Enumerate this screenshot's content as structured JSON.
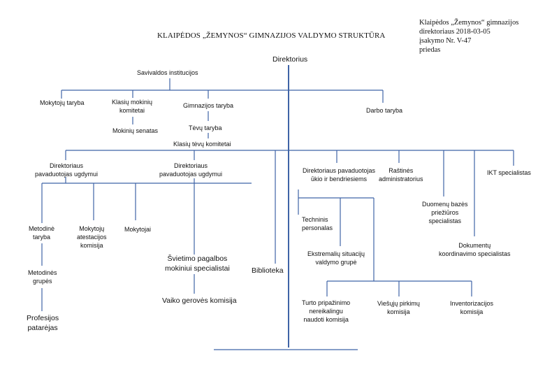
{
  "document": {
    "title": "KLAIPĖDOS „ŽEMYNOS“ GIMNAZIJOS VALDYMO STRUKTŪRA",
    "annex_lines": [
      "Klaipėdos „Žemynos“ gimnazijos",
      "direktoriaus 2018-03-05",
      "įsakymo Nr. V-47",
      "priedas"
    ]
  },
  "chart": {
    "root": "Direktorius",
    "self_government": {
      "label": "Savivaldos institucijos",
      "items": {
        "teachers_council": "Mokytojų taryba",
        "class_students_committees": [
          "Klasių mokinių",
          "komitetai"
        ],
        "student_senate": "Mokinių senatas",
        "gymnasium_council": "Gimnazijos taryba",
        "parents_council": "Tėvų taryba",
        "class_parents_committees": "Klasių tėvų komitetai",
        "work_council": "Darbo taryba"
      }
    },
    "deputy_education_1": {
      "label": [
        "Direktoriaus",
        "pavaduotojas ugdymui"
      ],
      "children": {
        "methodical_council": [
          "Metodinė",
          "taryba"
        ],
        "methodical_groups": [
          "Metodinės",
          "grupės"
        ],
        "profession_advisers": [
          "Profesijos",
          "patarėjas"
        ],
        "attestation_commission": [
          "Mokytojų",
          "atestacijos",
          "komisija"
        ],
        "teachers": "Mokytojai"
      }
    },
    "deputy_education_2": {
      "label": [
        "Direktoriaus",
        "pavaduotojas ugdymui"
      ],
      "children": {
        "education_support": [
          "Švietimo pagalbos",
          "mokiniui specialistai"
        ],
        "child_welfare": "Vaiko gerovės komisija"
      }
    },
    "library": "Biblioteka",
    "deputy_admin": {
      "label": [
        "Direktoriaus pavaduotojas",
        "ūkio ir bendriesiems"
      ],
      "children": {
        "technical_staff": [
          "Techninis",
          "personalas"
        ],
        "emergency_group": [
          "Ekstremalių situacijų",
          "valdymo grupė"
        ],
        "write_off_commission": [
          "Turto pripažinimo",
          "nereikalingu",
          "naudoti komisija"
        ],
        "procurement_commission": [
          "Viešųjų pirkimų",
          "komisija"
        ],
        "inventory_commission": [
          "Inventorizacijos",
          "komisija"
        ]
      }
    },
    "office_admin": [
      "Raštinės",
      "administratorius"
    ],
    "database_specialists": [
      "Duomenų bazės",
      "priežiūros",
      "specialistas"
    ],
    "document_specialists": [
      "Dokumentų",
      "koordinavimo specialistas"
    ],
    "it_specialists": "IKT specialistas"
  }
}
